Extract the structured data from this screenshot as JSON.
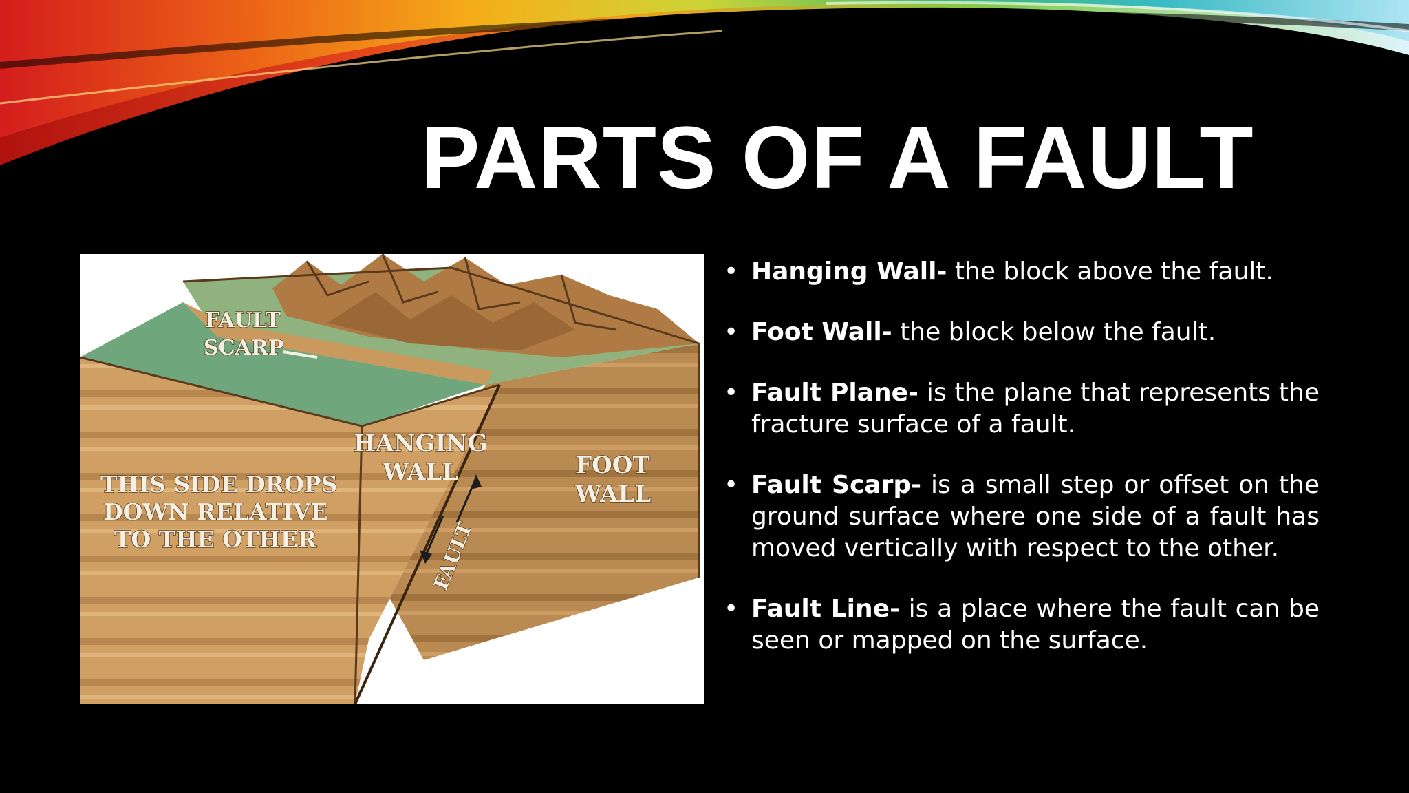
{
  "slide": {
    "title": "PARTS OF A FAULT",
    "colors": {
      "background": "#000000",
      "text": "#ffffff",
      "ground_top": "#6fa67c",
      "rock": "#c9995e",
      "rock_dark": "#a87a45"
    }
  },
  "diagram": {
    "labels": {
      "fault_scarp_1": "FAULT",
      "fault_scarp_2": "SCARP",
      "hanging_wall_1": "HANGING",
      "hanging_wall_2": "WALL",
      "foot_wall_1": "FOOT",
      "foot_wall_2": "WALL",
      "drop_1": "THIS SIDE DROPS",
      "drop_2": "DOWN RELATIVE",
      "drop_3": "TO THE OTHER",
      "fault": "FAULT"
    }
  },
  "bullets": {
    "marker": "•",
    "items": [
      {
        "term": "Hanging Wall-",
        "text": " the block above the fault."
      },
      {
        "term": "Foot Wall-",
        "text": " the block below the fault."
      },
      {
        "term": "Fault Plane-",
        "text": " is the plane that represents the fracture surface of a fault."
      },
      {
        "term": "Fault Scarp-",
        "text": " is a small step or offset on the ground surface where one side of a fault has moved vertically with respect to the other."
      },
      {
        "term": "Fault Line-",
        "text": " is a place where the fault can be seen or mapped on the surface."
      }
    ]
  }
}
